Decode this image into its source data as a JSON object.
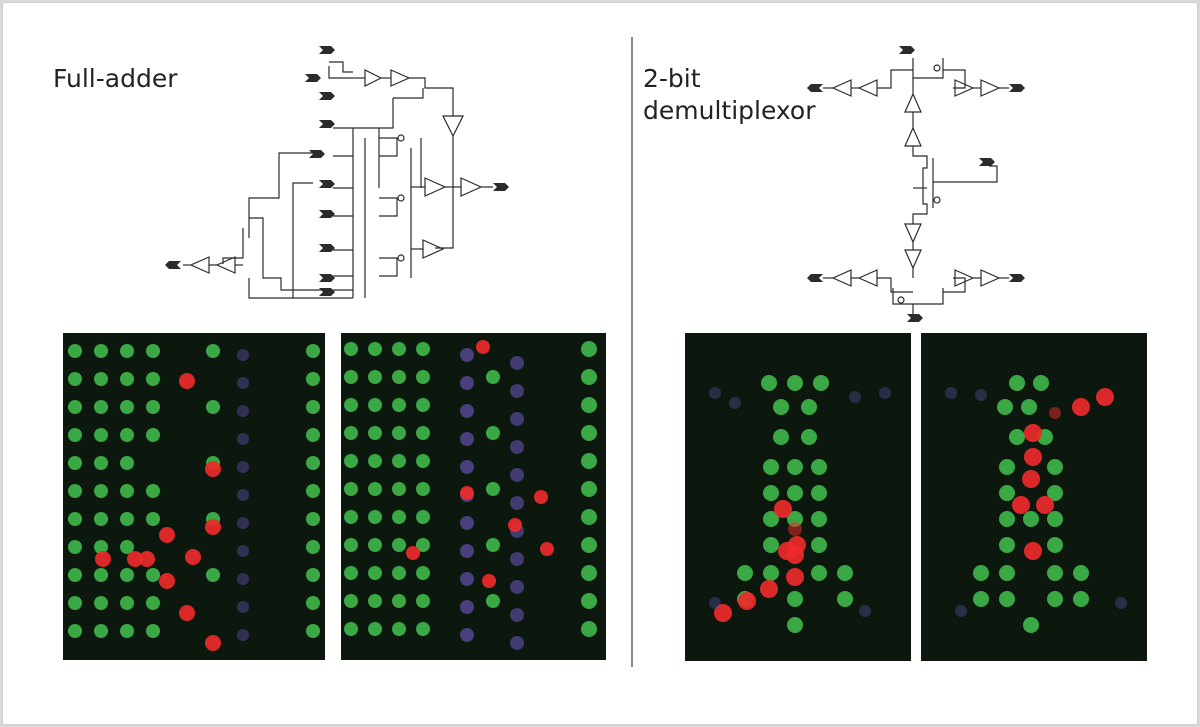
{
  "figure": {
    "left_title": "Full-adder",
    "right_title_line1": "2-bit",
    "right_title_line2": "demultiplexor"
  },
  "colors": {
    "page_background": "#ffffff",
    "frame_border": "#cfcfcf",
    "divider": "#8a8a8a",
    "schematic_line": "#2b2b2b",
    "panel_background": "#0c180d",
    "green_droplet": "#3fb64a",
    "red_droplet": "#ee2a2a",
    "purple_droplet": "#5a4a9a"
  }
}
